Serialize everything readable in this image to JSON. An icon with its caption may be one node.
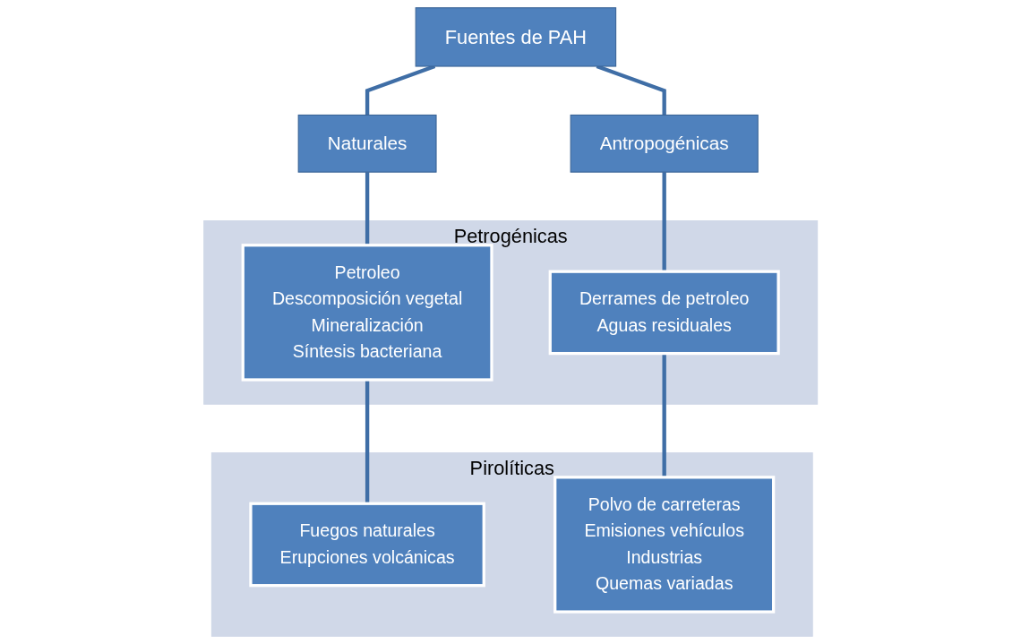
{
  "diagram": {
    "nodes": [
      {
        "text": [
          "Fuentes de PAH"
        ]
      },
      {
        "text": [
          "Naturales"
        ]
      },
      {
        "text": [
          "Antropogénicas"
        ]
      },
      {
        "text": [
          "Petrogénicas"
        ]
      },
      {
        "text": [
          "Petroleo",
          "Descomposición vegetal",
          "Mineralización",
          "Síntesis bacteriana"
        ],
        "in": 3
      },
      {
        "text": [
          "Derrames de petroleo",
          "Aguas residuales"
        ],
        "in": 3
      },
      {
        "text": [
          "Pirolíticas"
        ]
      },
      {
        "text": [
          "Fuegos naturales",
          "Erupciones volcánicas"
        ],
        "in": 6
      },
      {
        "text": [
          "Polvo de carreteras",
          "Emisiones vehículos",
          "Industrias",
          "Quemas variadas"
        ],
        "in": 6
      }
    ],
    "edges": [
      {
        "from": 0,
        "to": 1,
        "arrow": "none"
      },
      {
        "from": 0,
        "to": 2,
        "arrow": "none"
      },
      {
        "from": 1,
        "to": 4,
        "arrow": "none"
      },
      {
        "from": 4,
        "to": 7,
        "arrow": "none"
      },
      {
        "from": 2,
        "to": 5,
        "arrow": "none"
      },
      {
        "from": 5,
        "to": 8,
        "arrow": "none"
      }
    ]
  }
}
